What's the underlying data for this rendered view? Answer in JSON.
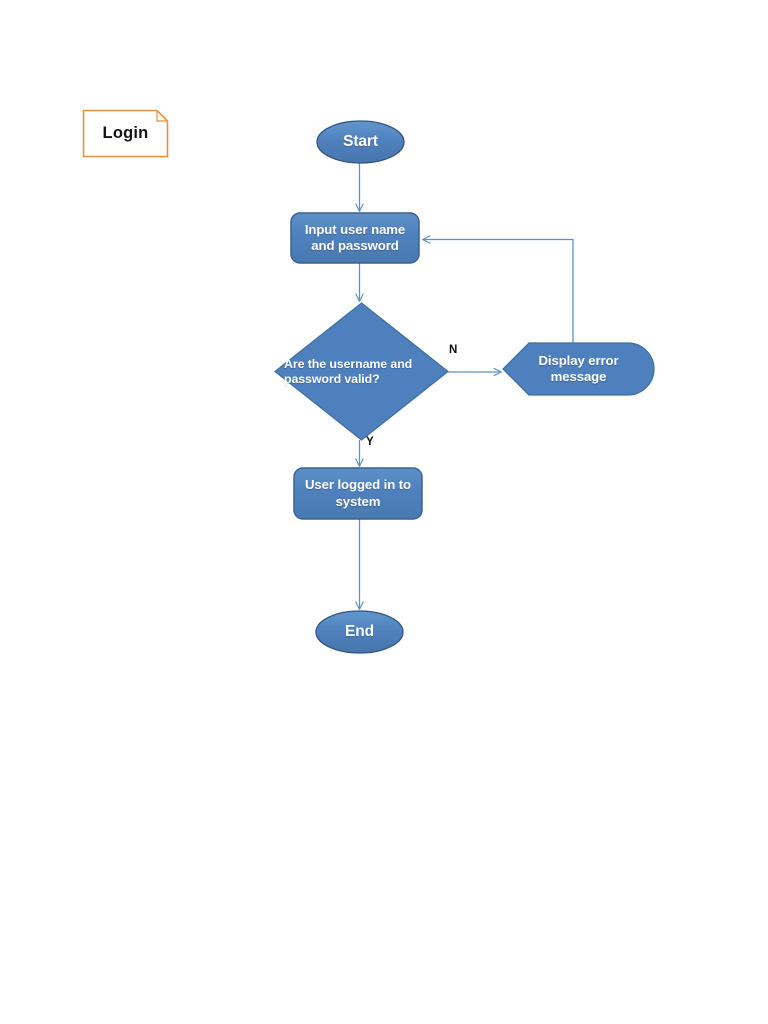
{
  "diagram": {
    "title_tag": "Login",
    "type": "flowchart",
    "colors": {
      "node_fill": "#4f81bd",
      "node_fill_light": "#5b8fc9",
      "node_border": "#3a6296",
      "connector": "#5b8fc9",
      "tag_border": "#e8913a",
      "tag_text": "#151515",
      "node_text": "#ffffff",
      "branch_text": "#0d0d0d",
      "background": "#ffffff"
    },
    "nodes": [
      {
        "id": "start",
        "shape": "terminator",
        "label": "Start"
      },
      {
        "id": "input",
        "shape": "process",
        "label": "Input user name\nand password",
        "line1": "Input user name",
        "line2": "and password"
      },
      {
        "id": "decision",
        "shape": "decision",
        "label": "Are the username and password valid?",
        "line1": "Are the username and",
        "line2": "password valid?"
      },
      {
        "id": "error",
        "shape": "display",
        "label": "Display error message",
        "line1": "Display error",
        "line2": "message"
      },
      {
        "id": "success",
        "shape": "process",
        "label": "User logged in to system",
        "line1": "User logged in to",
        "line2": "system"
      },
      {
        "id": "end",
        "shape": "terminator",
        "label": "End"
      }
    ],
    "edges": [
      {
        "from": "start",
        "to": "input",
        "label": ""
      },
      {
        "from": "input",
        "to": "decision",
        "label": ""
      },
      {
        "from": "decision",
        "to": "error",
        "label": "N"
      },
      {
        "from": "decision",
        "to": "success",
        "label": "Y"
      },
      {
        "from": "error",
        "to": "input",
        "label": ""
      },
      {
        "from": "success",
        "to": "end",
        "label": ""
      }
    ],
    "branch_labels": {
      "no": "N",
      "yes": "Y"
    }
  }
}
